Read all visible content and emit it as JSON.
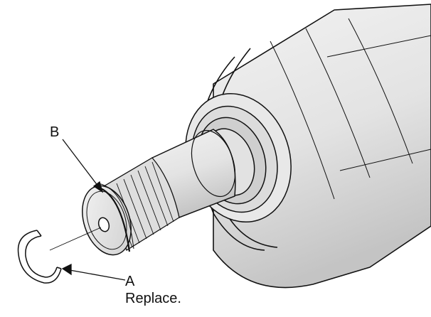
{
  "figure": {
    "callouts": {
      "a": {
        "letter": "A",
        "note": "Replace."
      },
      "b": {
        "letter": "B"
      }
    },
    "colors": {
      "line": "#111111",
      "light_fill": "#e6e6e6",
      "mid_fill": "#d2d2d2",
      "dark_fill": "#b8b8b8",
      "background": "#ffffff"
    }
  }
}
